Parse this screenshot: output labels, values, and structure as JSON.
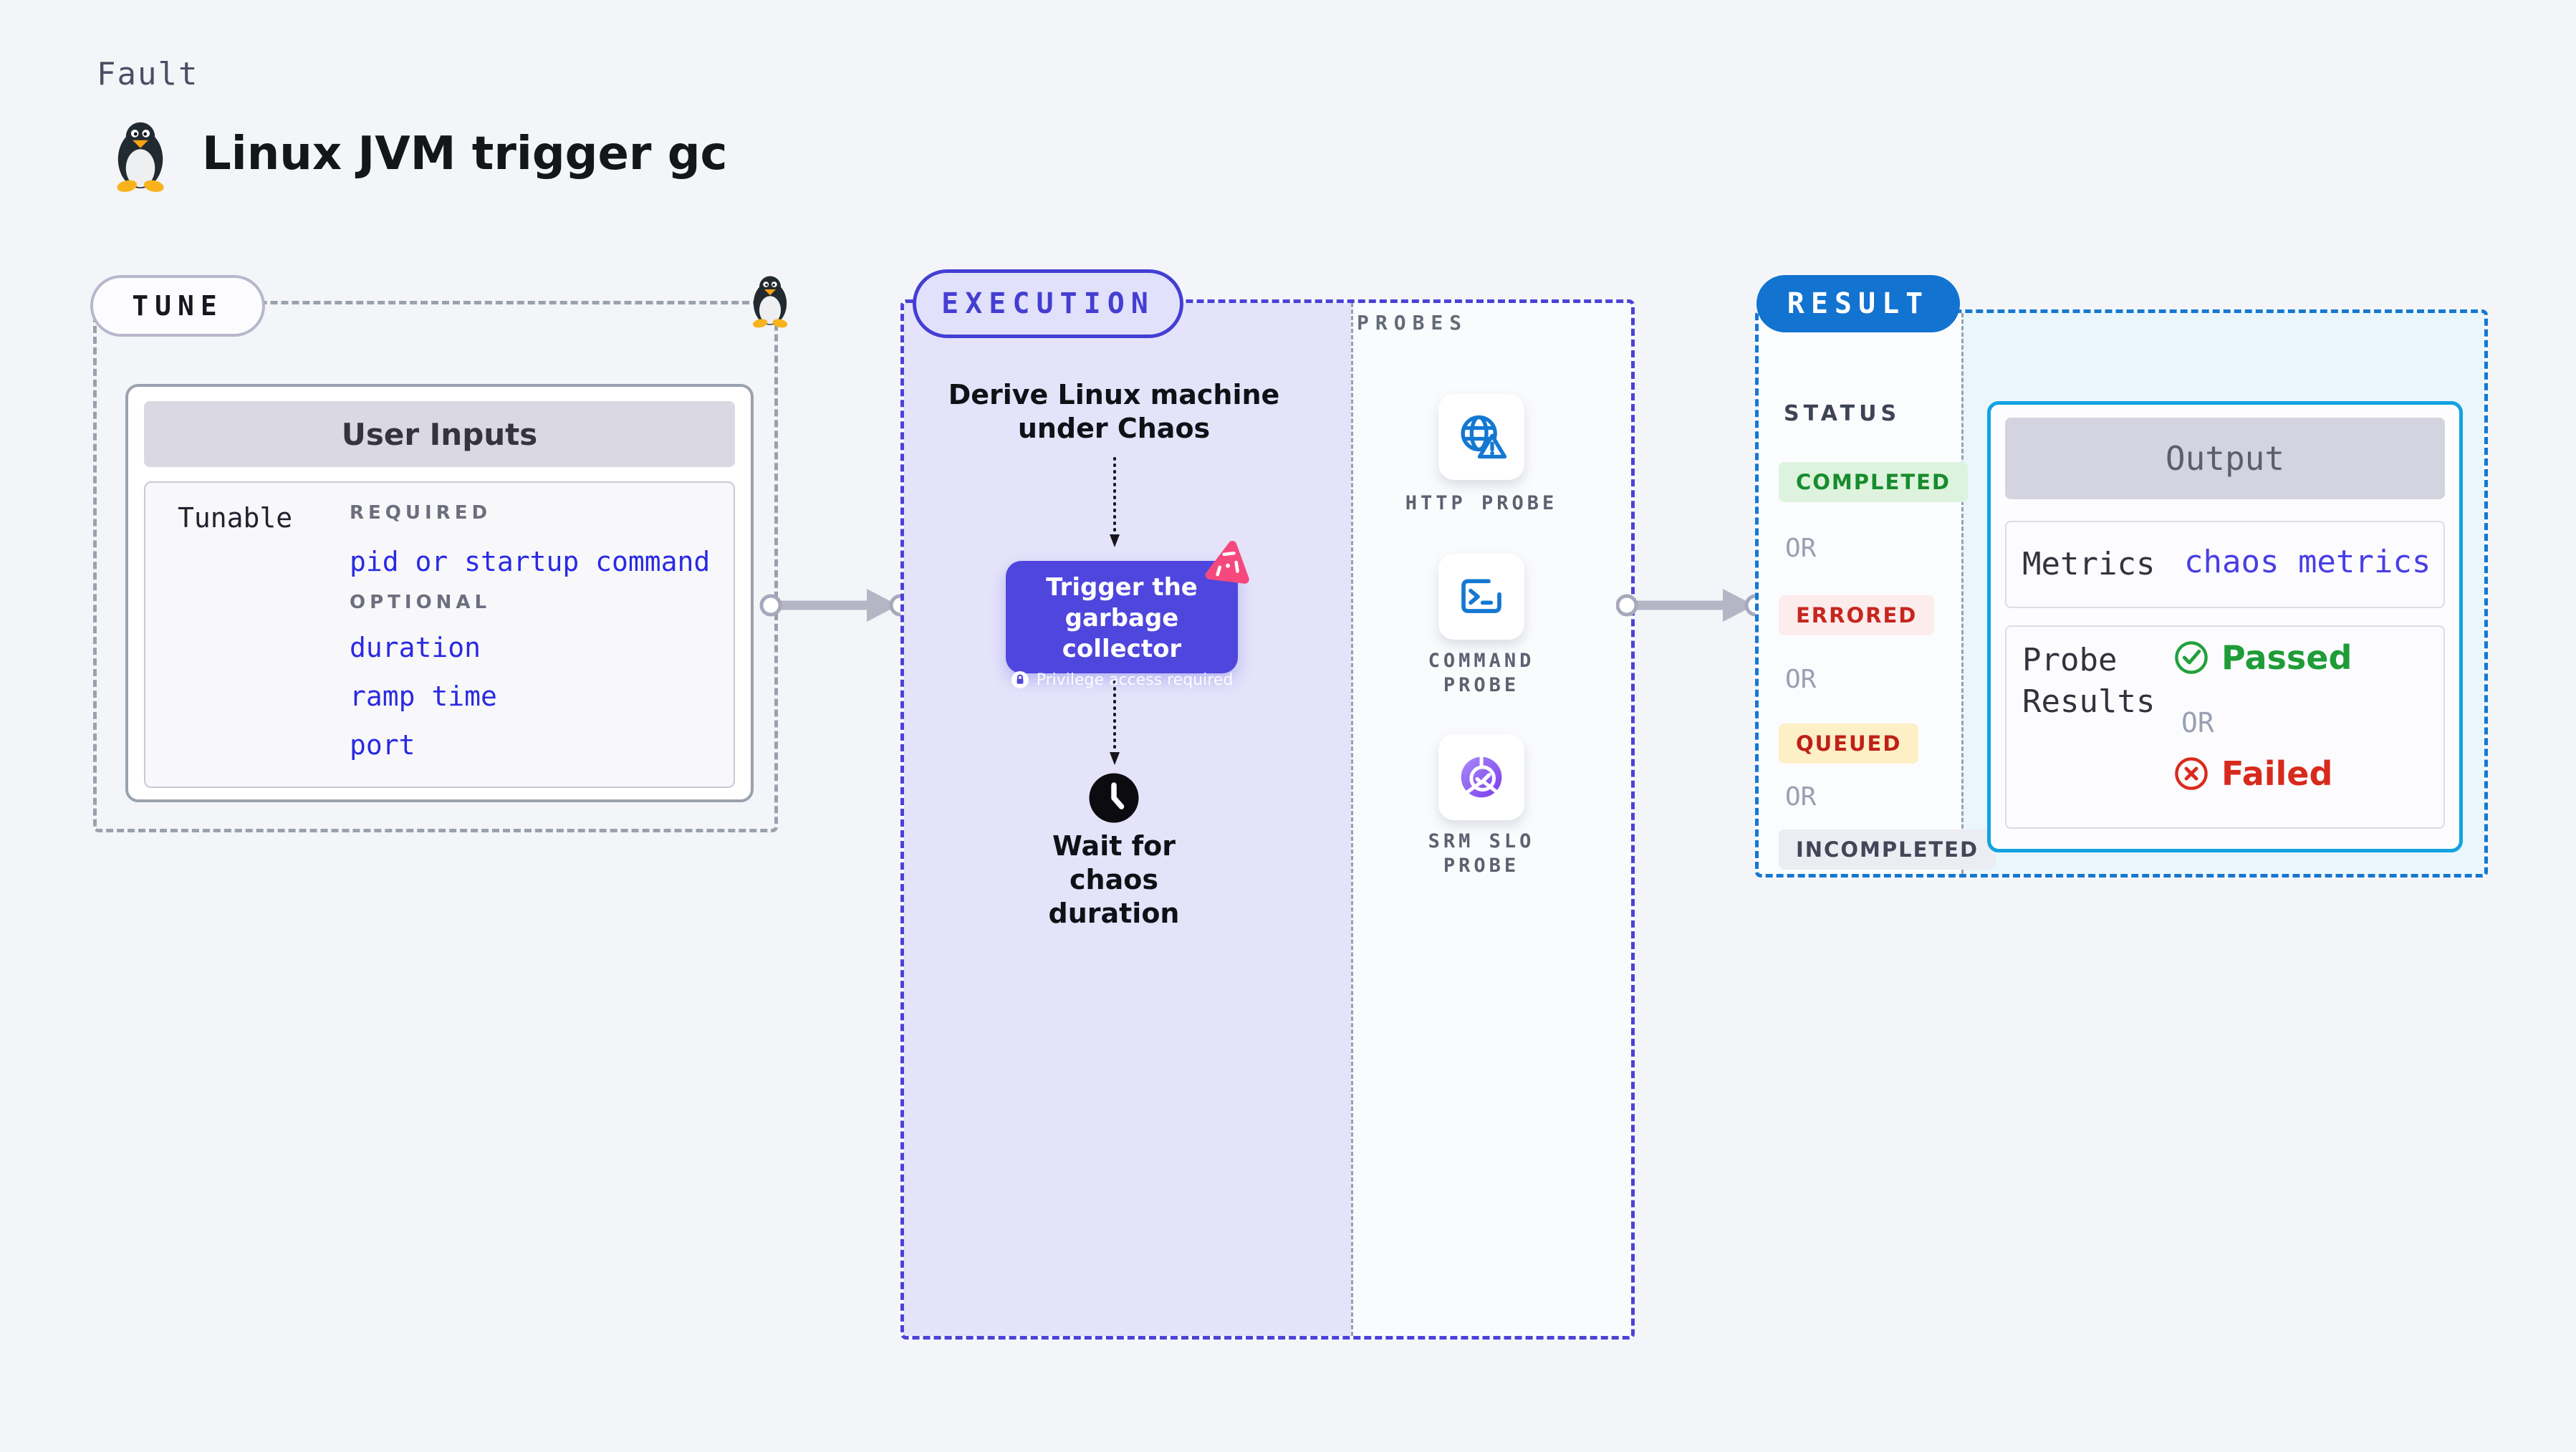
{
  "page": {
    "kicker": "Fault",
    "title": "Linux JVM trigger gc"
  },
  "tune": {
    "pill": "TUNE",
    "card_title": "User Inputs",
    "row_label": "Tunable",
    "required_label": "REQUIRED",
    "required_item": "pid or startup command",
    "optional_label": "OPTIONAL",
    "optional_items": [
      "duration",
      "ramp time",
      "port"
    ]
  },
  "execution": {
    "pill": "EXECUTION",
    "derive_line1": "Derive Linux machine",
    "derive_line2": "under Chaos",
    "trigger_line1": "Trigger the",
    "trigger_line2": "garbage collector",
    "trigger_note": "Privilege access required",
    "wait_line1": "Wait for chaos",
    "wait_line2": "duration"
  },
  "probes": {
    "label": "PROBES",
    "items": [
      {
        "line1": "HTTP PROBE",
        "line2": ""
      },
      {
        "line1": "COMMAND",
        "line2": "PROBE"
      },
      {
        "line1": "SRM SLO",
        "line2": "PROBE"
      }
    ]
  },
  "result": {
    "pill": "RESULT",
    "status_label": "STATUS",
    "or_label": "OR",
    "statuses": [
      {
        "label": "COMPLETED",
        "text_color": "#188c2e",
        "bg": "#def3dd"
      },
      {
        "label": "ERRORED",
        "text_color": "#c5271f",
        "bg": "#fdecec"
      },
      {
        "label": "QUEUED",
        "text_color": "#c02018",
        "bg": "#fdefc6"
      },
      {
        "label": "INCOMPLETED",
        "text_color": "#434657",
        "bg": "#ececf3"
      }
    ],
    "output": {
      "title": "Output",
      "metrics_label": "Metrics",
      "metrics_value": "chaos metrics",
      "probe_label_line1": "Probe",
      "probe_label_line2": "Results",
      "passed": "Passed",
      "failed": "Failed"
    }
  },
  "icons": {
    "penguin": "tux-penguin-icon",
    "chaos": "chaos-pinwheel-icon",
    "lock": "lock-icon",
    "clock": "clock-icon",
    "http_probe": "globe-alert-icon",
    "command_probe": "terminal-icon",
    "srm_probe": "slo-donut-check-icon",
    "passed": "check-circle-icon",
    "failed": "x-circle-icon"
  },
  "colors": {
    "page_bg": "#f4f5f9",
    "execution_accent": "#4b42d8",
    "execution_fill": "#e4e3fa",
    "trigger_box": "#4f46dd",
    "result_accent": "#1478d2",
    "output_border": "#12a3e0",
    "result_fill": "#e9f6fc",
    "probe_icon_blue": "#1478d2",
    "srm_purple": "#7c3aed",
    "chaos_pink": "#f5497e",
    "passed_green": "#1f9c38",
    "failed_red": "#d8291d"
  }
}
